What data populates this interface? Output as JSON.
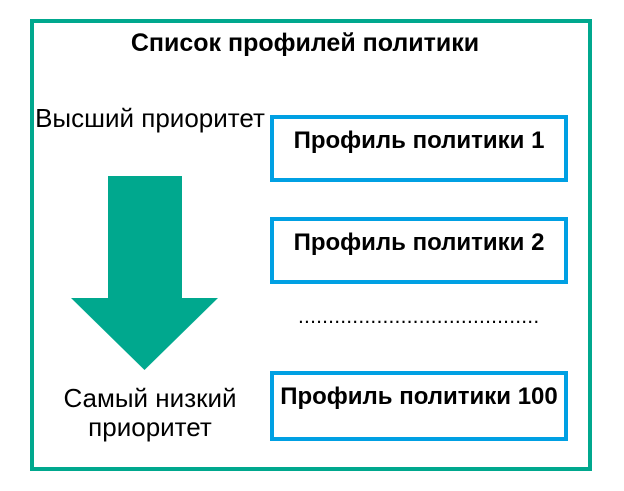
{
  "diagram": {
    "title": "Список профилей политики",
    "left_labels": {
      "highest_priority": "Высший приоритет",
      "lowest_priority": "Самый низкий приоритет"
    },
    "profile_boxes": [
      {
        "label": "Профиль политики 1"
      },
      {
        "label": "Профиль политики 2"
      },
      {
        "label": "Профиль политики 100"
      }
    ],
    "separator_dots": "........................................",
    "icons": {
      "down_arrow": "down-arrow-icon"
    },
    "colors": {
      "frame_and_arrow_teal": "#00A88E",
      "profile_box_border_blue": "#00A0E3",
      "text": "#000000",
      "background": "#FFFFFF"
    }
  }
}
